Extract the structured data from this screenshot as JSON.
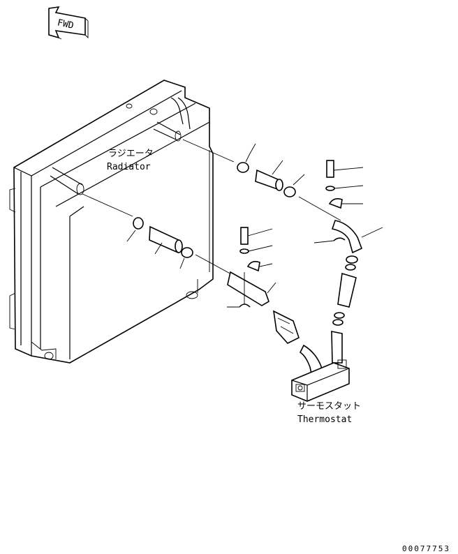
{
  "direction_arrow": {
    "label": "FWD"
  },
  "radiator": {
    "label_jp": "ラジエータ",
    "label_en": "Radiator"
  },
  "thermostat": {
    "label_jp": "サーモスタット",
    "label_en": "Thermostat"
  },
  "drawing_number": "00077753"
}
